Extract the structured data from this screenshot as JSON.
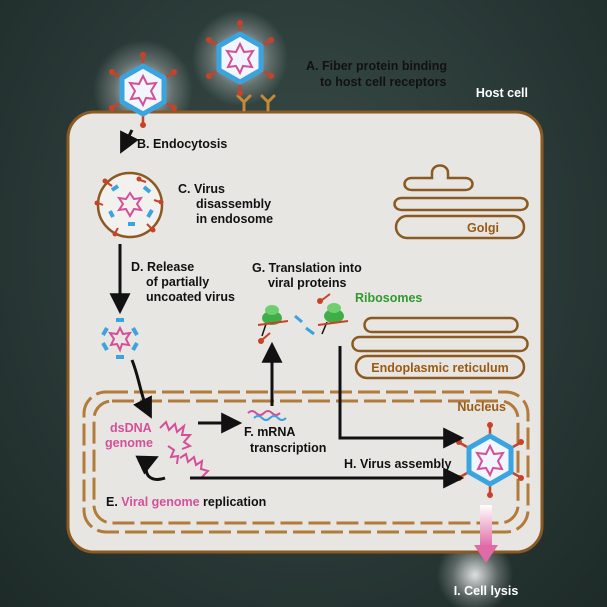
{
  "colors": {
    "background": "#2a3a37",
    "cell_fill": "#e8e6e2",
    "membrane": "#8a5a22",
    "nucleus_dash": "#b27b3a",
    "organelle_label": "#9a5a12",
    "capsid_blue": "#3aa4e0",
    "genome_pink": "#d44f9a",
    "fiber_red": "#c8422a",
    "ribosome_green": "#3fae49",
    "arrow": "#111111",
    "lysis_arrow": "#e06aa6"
  },
  "labels": {
    "host_cell": "Host cell",
    "golgi": "Golgi",
    "er": "Endoplasmic reticulum",
    "nucleus": "Nucleus",
    "ribosomes": "Ribosomes"
  },
  "steps": {
    "a": [
      "A. Fiber protein binding",
      "to host cell receptors"
    ],
    "b": "B. Endocytosis",
    "c": [
      "C. Virus",
      "disassembly",
      "in endosome"
    ],
    "d": [
      "D. Release",
      "of partially",
      "uncoated virus"
    ],
    "e_prefix": "E. ",
    "e_highlight": "Viral genome",
    "e_suffix": " replication",
    "f": [
      "F. mRNA",
      "transcription"
    ],
    "g": [
      "G. Translation into",
      "viral proteins"
    ],
    "h": "H. Virus assembly",
    "i": "I. Cell lysis"
  },
  "genome_label": [
    "dsDNA",
    "genome"
  ]
}
